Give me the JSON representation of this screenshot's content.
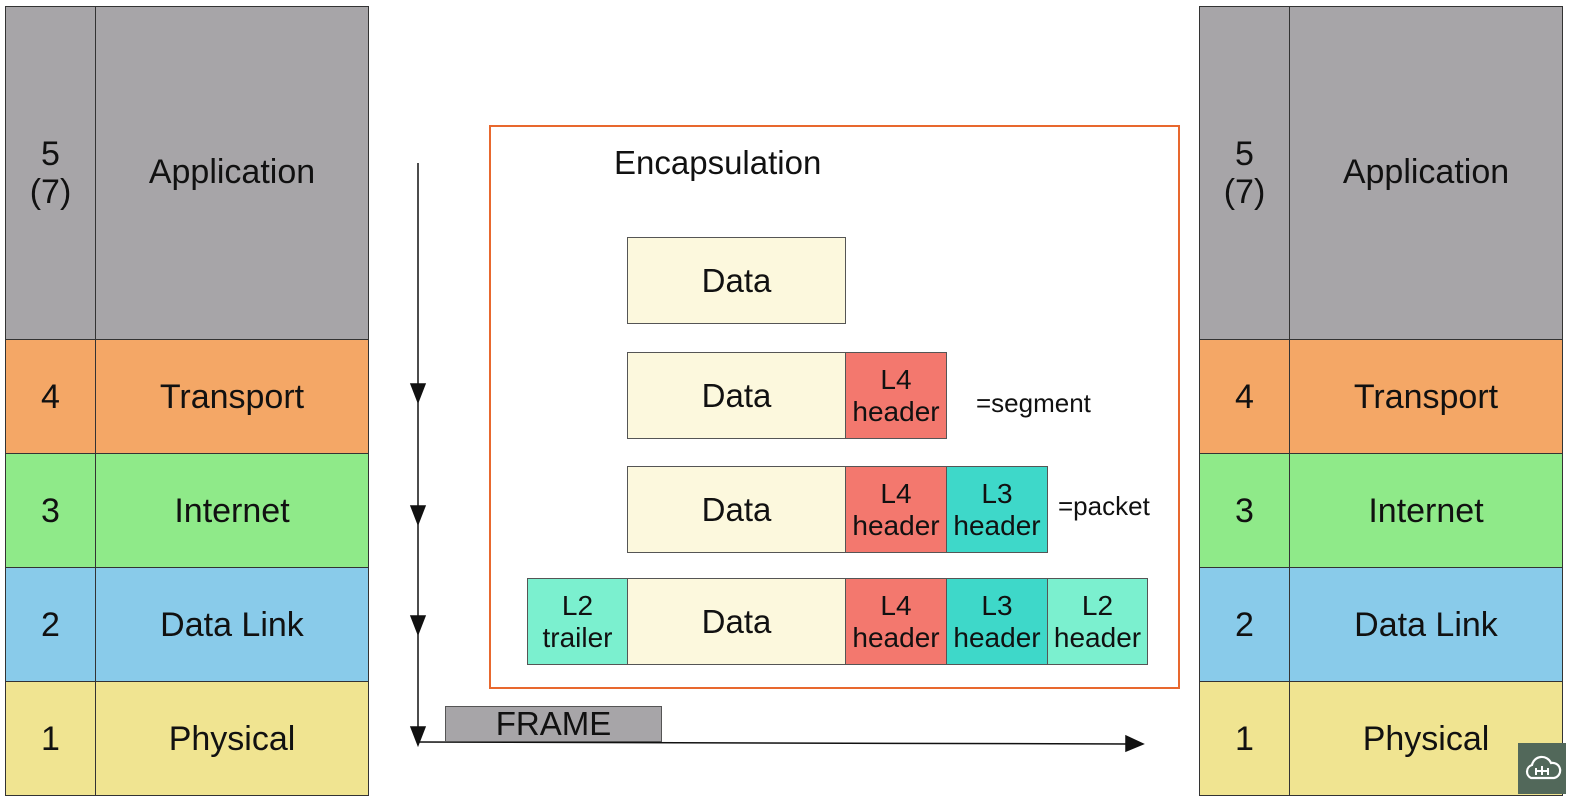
{
  "left_stack": [
    {
      "num": "5\n(7)",
      "name": "Application"
    },
    {
      "num": "4",
      "name": "Transport"
    },
    {
      "num": "3",
      "name": "Internet"
    },
    {
      "num": "2",
      "name": "Data Link"
    },
    {
      "num": "1",
      "name": "Physical"
    }
  ],
  "right_stack": [
    {
      "num": "5\n(7)",
      "name": "Application"
    },
    {
      "num": "4",
      "name": "Transport"
    },
    {
      "num": "3",
      "name": "Internet"
    },
    {
      "num": "2",
      "name": "Data Link"
    },
    {
      "num": "1",
      "name": "Physical"
    }
  ],
  "encapsulation": {
    "title": "Encapsulation",
    "data_label": "Data",
    "l4_header": "L4\nheader",
    "l3_header": "L3\nheader",
    "l2_header": "L2\nheader",
    "l2_trailer": "L2\ntrailer",
    "segment_label": "=segment",
    "packet_label": "=packet"
  },
  "frame_label": "FRAME",
  "colors": {
    "application": "#a7a5a8",
    "transport": "#f4a766",
    "internet": "#8fea89",
    "data_link": "#89cbea",
    "physical": "#f0e491",
    "data": "#fcf8dd",
    "l4_header": "#f3786e",
    "l3_header": "#3ed8c9",
    "l2": "#7bf0cf",
    "box_border": "#e8682e"
  },
  "icons": {
    "logo": "cloud-network-logo-icon"
  }
}
